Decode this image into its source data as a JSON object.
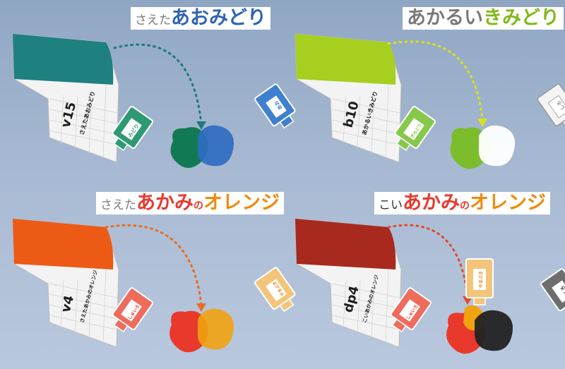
{
  "panels": [
    {
      "title_parts": [
        "さえた",
        "あおみどり"
      ],
      "title_colors": [
        "#7a7a7a",
        "#2f63b5",
        "#1f8c6a"
      ],
      "code": "v15",
      "name": "さえたあおみどり",
      "swatch_color": "#1f8080",
      "tubes": [
        {
          "label": "みどり",
          "color": "#2e9a73"
        },
        {
          "label": "あお",
          "color": "#3f7fd0"
        }
      ],
      "arrow_color": "#1f7a7a",
      "blob_colors": [
        "#117a55",
        "#2f6bc0"
      ]
    },
    {
      "title_parts": [
        "あかるい",
        "きみどり"
      ],
      "code": "b10",
      "name": "あかるいきみどり",
      "swatch_color": "#a6cf1f",
      "tubes": [
        {
          "label": "きみどり",
          "color": "#86c84a"
        },
        {
          "label": "しろ",
          "color": "#e8e8e8"
        }
      ],
      "arrow_color": "#d9e31a",
      "blob_colors": [
        "#7bbd2a",
        "#ffffff"
      ]
    },
    {
      "title_parts": [
        "さえた",
        "あかみ",
        "の",
        "オレンジ"
      ],
      "code": "v4",
      "name": "さえたあかみのオレンジ",
      "swatch_color": "#ec5a16",
      "tubes": [
        {
          "label": "しゅいろ",
          "color": "#ee6c5c"
        },
        {
          "label": "やまぶき",
          "color": "#f3c57a"
        }
      ],
      "arrow_color": "#ee6a1e",
      "blob_colors": [
        "#e8392c",
        "#f1a20f"
      ]
    },
    {
      "title_parts": [
        "こい",
        "あかみ",
        "の",
        "オレンジ"
      ],
      "code": "dp4",
      "name": "こいあかみのオレンジ",
      "swatch_color": "#a82a1e",
      "tubes": [
        {
          "label": "しゅいろ",
          "color": "#ee6c5c"
        },
        {
          "label": "やまぶき",
          "color": "#f3c57a"
        },
        {
          "label": "くろ",
          "color": "#6e6e6e"
        }
      ],
      "arrow_color": "#e5492a",
      "blob_colors": [
        "#e8392c",
        "#f1a20f",
        "#222222"
      ]
    }
  ],
  "colors": {
    "title_gray": "#7a7a7a",
    "blue": "#2f63b5",
    "green": "#1f8c6a",
    "lime": "#7fba1a",
    "red": "#e8392c",
    "orange": "#f08a0a"
  },
  "icon_names": [
    "paint-tube-icon",
    "color-swatch-card-icon",
    "dotted-arrow-icon",
    "paint-blob-icon"
  ]
}
